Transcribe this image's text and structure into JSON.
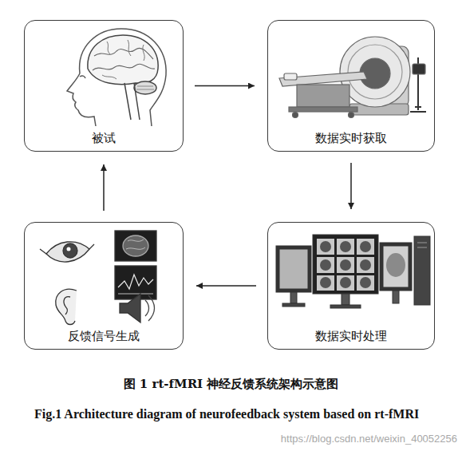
{
  "diagram": {
    "caption": "图 1 rt-fMRI 神经反馈系统架构示意图",
    "nodes": [
      {
        "text": [
          "被试"
        ]
      },
      {
        "text": [
          "数据实时获取"
        ]
      },
      {
        "text": [
          "数据实时处理"
        ]
      },
      {
        "text": [
          "反馈信号生成"
        ]
      }
    ],
    "edges": [
      {
        "from": 0,
        "to": 1,
        "arrow": "to"
      },
      {
        "from": 1,
        "to": 2,
        "arrow": "to"
      },
      {
        "from": 2,
        "to": 3,
        "arrow": "to"
      },
      {
        "from": 3,
        "to": 0,
        "arrow": "to"
      }
    ],
    "labels": [
      "Fig.1 Architecture diagram of neurofeedback system based on rt-fMRI",
      "https://blog.csdn.net/weixin_40052256"
    ]
  }
}
